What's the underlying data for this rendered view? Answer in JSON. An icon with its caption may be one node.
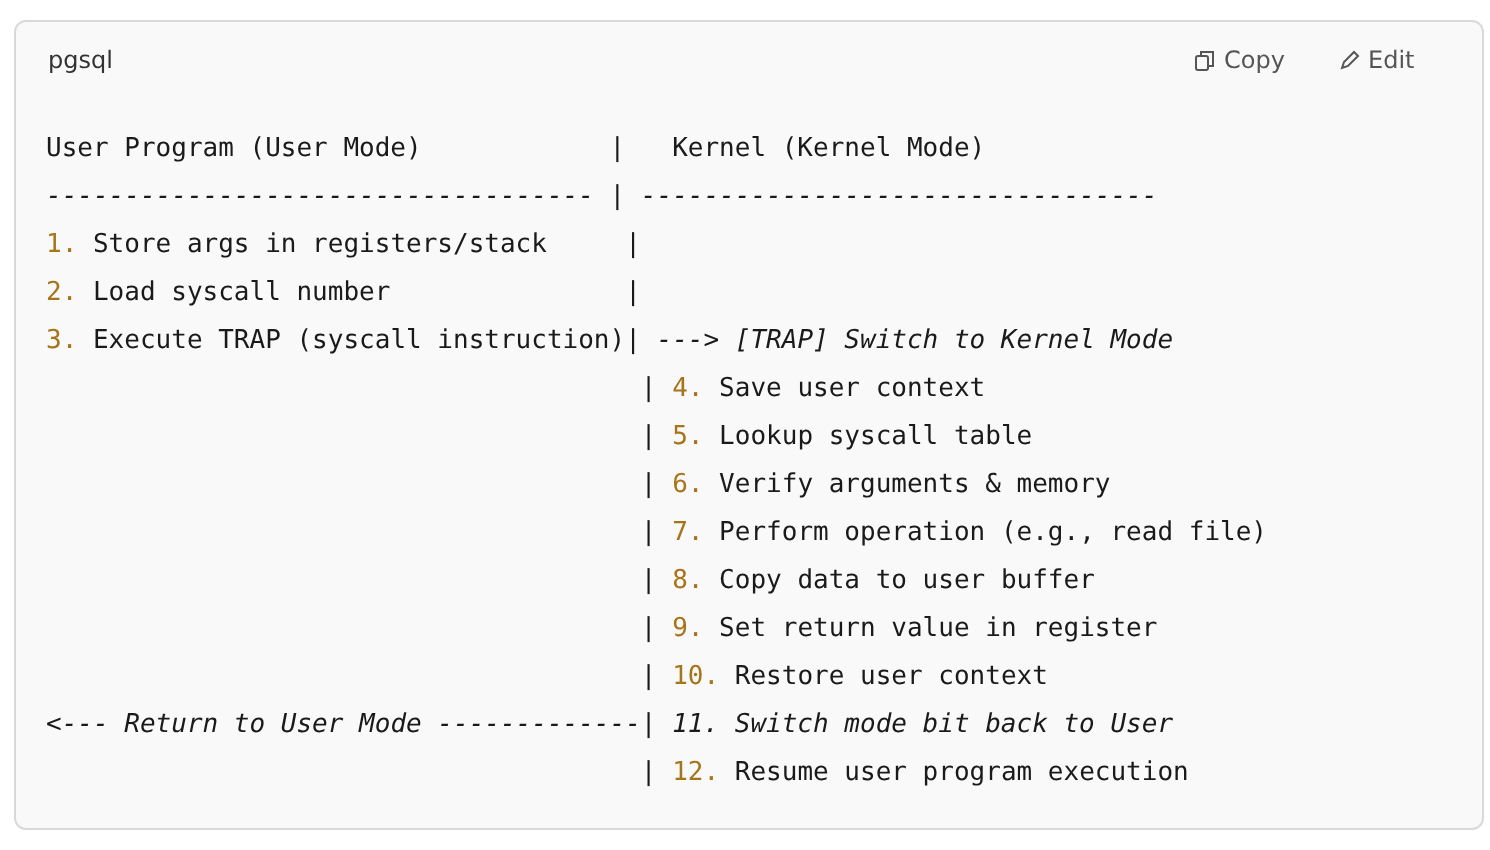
{
  "diagram": {
    "labels": [
      "pgsql",
      "Copy",
      "Edit",
      "User Program (User Mode)            |   Kernel (Kernel Mode)",
      "*----------------------------------- | ---------------------------------*",
      "1. Store args in registers/stack     |",
      "2. Load syscall number               |",
      "3. Execute TRAP (syscall instruction)| *---> [TRAP] Switch to Kernel Mode*",
      "                                      | 4. Save user context",
      "                                      | 5. Lookup syscall table",
      "                                      | 6. Verify arguments & memory",
      "                                      | 7. Perform operation (e.g., read file)",
      "                                      | 8. Copy data to user buffer",
      "                                      | 9. Set return value in register",
      "                                      | 10. Restore user context",
      "<*--- Return to User Mode -------------| 11. Switch mode bit back to User*",
      "                                      | 12. Resume user program execution"
    ]
  }
}
